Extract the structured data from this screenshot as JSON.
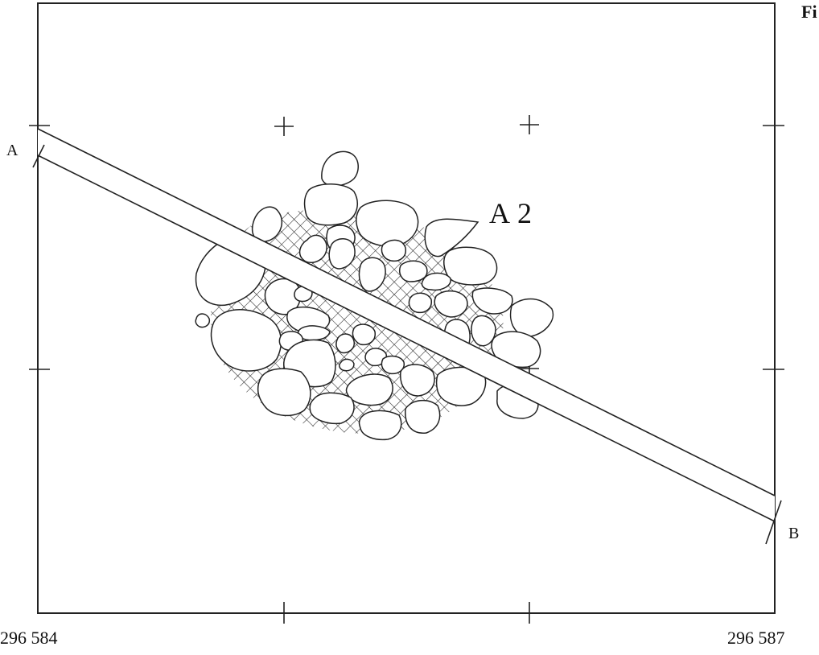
{
  "figure": {
    "fig_label": "Fi",
    "feature_label": "A 2",
    "section_start": "A",
    "section_end": "B",
    "coord_left": "296  584",
    "coord_right": "296  587"
  },
  "colors": {
    "line": "#222222",
    "background": "#ffffff"
  }
}
